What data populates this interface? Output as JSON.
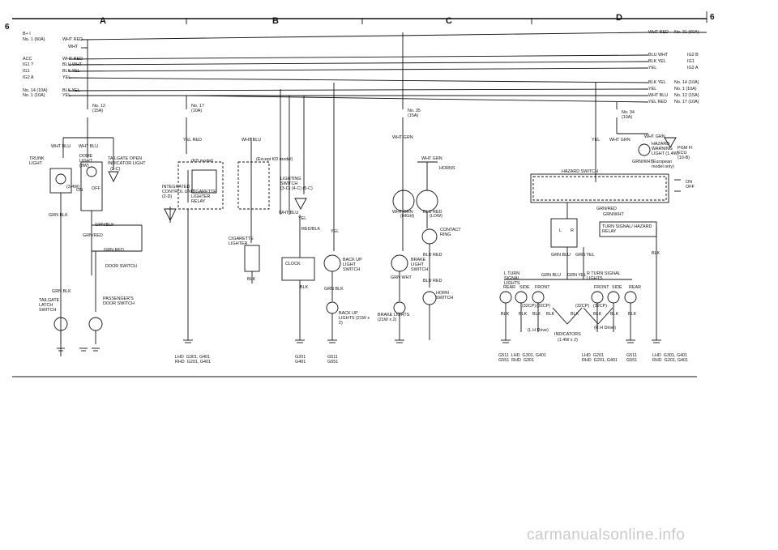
{
  "page": {
    "number_left": "6",
    "number_right": "6"
  },
  "zones": [
    "A",
    "B",
    "C",
    "D"
  ],
  "left_feeds": [
    {
      "label": "B+ I",
      "wire": ""
    },
    {
      "label": "No. 1 (60A)",
      "wire": "WHT RED"
    },
    {
      "label": "",
      "wire": "WHT"
    },
    {
      "label": "ACC",
      "wire": "WHT RED"
    },
    {
      "label": "IG1 ?",
      "wire": "BLU WHT"
    },
    {
      "label": "IG1",
      "wire": "BLK YEL"
    },
    {
      "label": "IG2 A",
      "wire": "YEL"
    },
    {
      "label": "No. 14 (10A)",
      "wire": "BLK YEL"
    },
    {
      "label": "No. 1 (10A)",
      "wire": "YEL"
    }
  ],
  "right_feeds": [
    {
      "wire": "WHT RED",
      "label": "No. 31 (60A)"
    },
    {
      "wire": "BLU WHT",
      "label": "IG2 B"
    },
    {
      "wire": "BLK YEL",
      "label": "IG1"
    },
    {
      "wire": "YEL",
      "label": "IG2 A"
    },
    {
      "wire": "BLK YEL",
      "label": "No. 14 (10A)"
    },
    {
      "wire": "YEL",
      "label": "No. 1 (10A)"
    },
    {
      "wire": "WHT BLU",
      "label": "No. 12 (15A)"
    },
    {
      "wire": "YEL RED",
      "label": "No. 17 (10A)"
    }
  ],
  "fuses": [
    {
      "name": "No. 12",
      "rating": "(15A)"
    },
    {
      "name": "No. 17",
      "rating": "(10A)"
    },
    {
      "name": "No. 35",
      "rating": "(15A)"
    },
    {
      "name": "No. 34",
      "rating": "(10A)"
    }
  ],
  "wires": {
    "wht_blu": "WHT BLU",
    "yel_red": "YEL RED",
    "wht_grn": "WHT GRN",
    "yel": "YEL",
    "grn_blk": "GRN BLK",
    "grn_blk2": "GRN/BLK",
    "grn_red": "GRN/RED",
    "grn_red2": "GRN RED",
    "blk": "BLK",
    "red_blk": "RED/BLK",
    "blu_red": "BLU RED",
    "grn_wht": "GRN WHT",
    "grn_red_h": "GRN/RED",
    "grn_wht_h": "GRN/WHT",
    "grn_blu": "GRN BLU",
    "grn_yel": "GRN YEL",
    "blk_yel": "BLK YEL"
  },
  "components": {
    "trunk_light": "TRUNK LIGHT",
    "trunk_bulb": "(3.4W)",
    "dome_light": "DOME LIGHT (8W)",
    "on": "ON",
    "off": "OFF",
    "tailgate_indicator": "TAILGATE OPEN INDICATOR LIGHT",
    "tailgate_indicator_loc": "(2-C)",
    "integrated_control": "INTEGRATED CONTROL UNIT",
    "integrated_control_loc": "(2-D)",
    "door_switch": "DOOR SWITCH",
    "passengers_door_switch": "PASSENGER'S DOOR SWITCH",
    "tailgate_latch_switch": "TAILGATE LATCH SWITCH",
    "kd_model": "(KD model)",
    "except_kd_model": "(Except KD model)",
    "cigarette_relay": "CIGARETTE LIGHTER RELAY",
    "cigarette_lighter": "CIGARETTE LIGHTER",
    "lighting_switch": "LIGHTING SWITCH",
    "lighting_switch_loc": "(3-C) (4-C) (5-C)",
    "clock": "CLOCK",
    "backup_light_switch": "BACK UP LIGHT SWITCH",
    "backup_lights": "BACK UP LIGHTS (21W x 2)",
    "horns": "HORNS",
    "high": "(HIGH)",
    "low": "(LOW)",
    "contact_ring": "CONTACT RING",
    "brake_light_switch": "BRAKE LIGHT SWITCH",
    "brake_lights": "BRAKE LIGHTS (21W x 2)",
    "horn_switch": "HORN SWITCH",
    "hazard_warning": "HAZARD WARNING LIGHT (1.4W)",
    "european": "(European model only)",
    "pgm_fi": "PGM FI ECU (10-B)",
    "hazard_switch": "HAZARD SWITCH",
    "on_off": "ON OFF",
    "turn_relay": "TURN SIGNAL/ HAZARD RELAY",
    "l_turn": "L TURN SIGNAL LIGHTS",
    "r_turn": "R TURN SIGNAL LIGHTS",
    "rear": "REAR",
    "side": "SIDE",
    "front": "FRONT",
    "cp32": "(32CP)",
    "lh_drive": "(L H Drive)",
    "rh_drive": "(R H Drive)",
    "indicators": "INDICATORS",
    "indicators_w": "(1.4W x 2)",
    "l": "L",
    "r": "R"
  },
  "grounds": [
    {
      "label": "LHD  G301, G401\nRHD  G201, G401"
    },
    {
      "label": "G201\nG401"
    },
    {
      "label": "G511\nG551"
    },
    {
      "label": "G511  LHD  G301, G401\nG551  RHD  G301"
    },
    {
      "label": "LHD  G201\nRHD  G201, G401"
    },
    {
      "label": "G511\nG551"
    },
    {
      "label": "LHD  G301, G401\nRHD  G201, G401"
    }
  ],
  "watermark": "carmanualsonline.info"
}
